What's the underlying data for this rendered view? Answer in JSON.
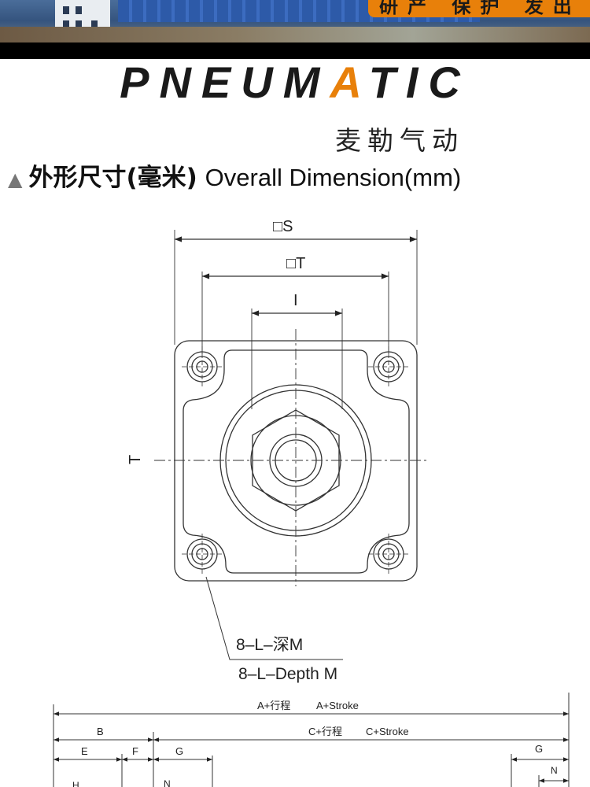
{
  "banner": {
    "slogan": "研产 保护 发出"
  },
  "logo": {
    "before": "PNEUM",
    "accent": "A",
    "after": "TIC"
  },
  "brand_cn": "麦勒气动",
  "section": {
    "marker": "▲",
    "title_cn": "外形尺寸(毫米)",
    "title_en": "Overall Dimension(mm)"
  },
  "drawing": {
    "dim_s": "□S",
    "dim_t": "□T",
    "dim_i": "I",
    "dim_t_side": "T",
    "callout_cn": "8–L–深M",
    "callout_en": "8–L–Depth M"
  },
  "side_view": {
    "total": "A+行程",
    "total_en": "A+Stroke",
    "b": "B",
    "c": "C+行程",
    "c_en": "C+Stroke",
    "e": "E",
    "f": "F",
    "g_left": "G",
    "g_right": "G",
    "n_left": "N",
    "n_right": "N",
    "h": "H"
  }
}
